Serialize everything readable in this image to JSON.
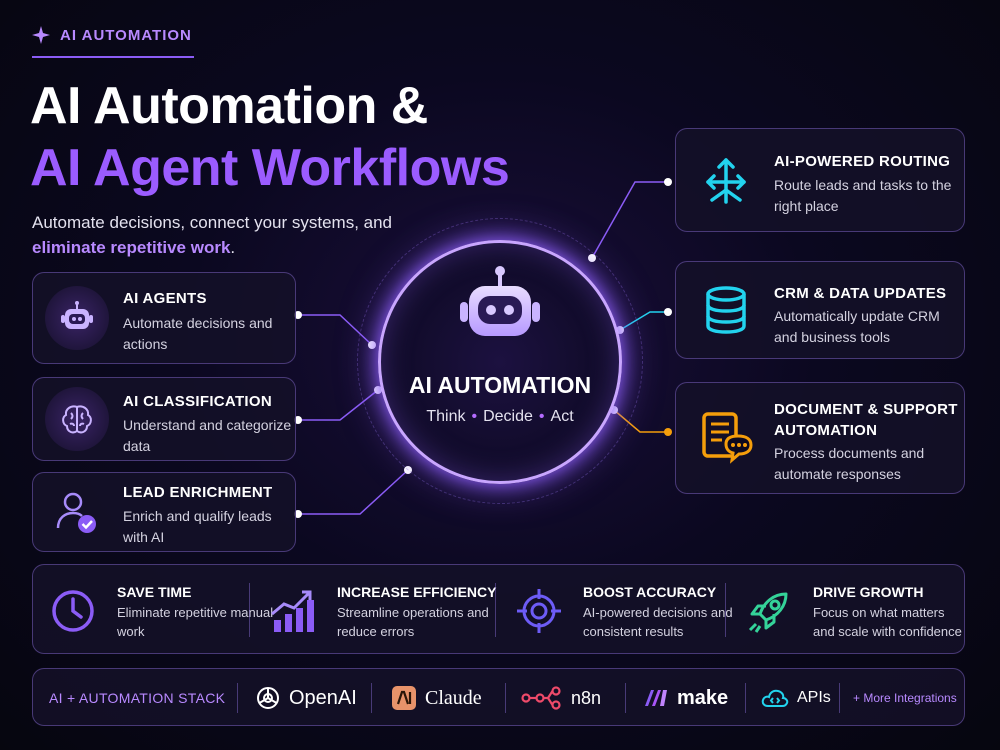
{
  "header": {
    "tag": "AI AUTOMATION",
    "title_line1": "AI Automation &",
    "title_line2": "AI Agent Workflows",
    "subtitle_prefix": "Automate decisions, connect your systems, and ",
    "subtitle_highlight": "eliminate repetitive work",
    "subtitle_suffix": "."
  },
  "hub": {
    "title": "AI AUTOMATION",
    "steps": [
      "Think",
      "Decide",
      "Act"
    ]
  },
  "left_cards": [
    {
      "title": "AI AGENTS",
      "desc": "Automate decisions and actions",
      "icon": "robot-icon"
    },
    {
      "title": "AI CLASSIFICATION",
      "desc": "Understand and categorize data",
      "icon": "brain-icon"
    },
    {
      "title": "LEAD ENRICHMENT",
      "desc": "Enrich and qualify leads with AI",
      "icon": "user-check-icon"
    }
  ],
  "right_cards": [
    {
      "title": "AI-POWERED ROUTING",
      "desc": "Route leads and tasks to the right place",
      "icon": "routing-arrows-icon"
    },
    {
      "title": "CRM & DATA UPDATES",
      "desc": "Automatically update CRM and business tools",
      "icon": "database-icon"
    },
    {
      "title": "DOCUMENT & SUPPORT AUTOMATION",
      "desc": "Process documents and automate responses",
      "icon": "document-chat-icon"
    }
  ],
  "benefits": [
    {
      "title": "SAVE TIME",
      "desc": "Eliminate repetitive manual work",
      "icon": "clock-icon"
    },
    {
      "title": "INCREASE EFFICIENCY",
      "desc": "Streamline operations and reduce errors",
      "icon": "growth-chart-icon"
    },
    {
      "title": "BOOST ACCURACY",
      "desc": "AI-powered decisions and consistent results",
      "icon": "target-icon"
    },
    {
      "title": "DRIVE GROWTH",
      "desc": "Focus on what matters and scale with confidence",
      "icon": "rocket-icon"
    }
  ],
  "stack": {
    "label": "AI + AUTOMATION STACK",
    "items": [
      "OpenAI",
      "Claude",
      "n8n",
      "make",
      "APIs"
    ],
    "more": "+ More Integrations"
  },
  "colors": {
    "accent": "#9b5cff",
    "cyan": "#22d3ee",
    "orange": "#f59e0b",
    "green": "#34d399",
    "red": "#ef4444"
  }
}
